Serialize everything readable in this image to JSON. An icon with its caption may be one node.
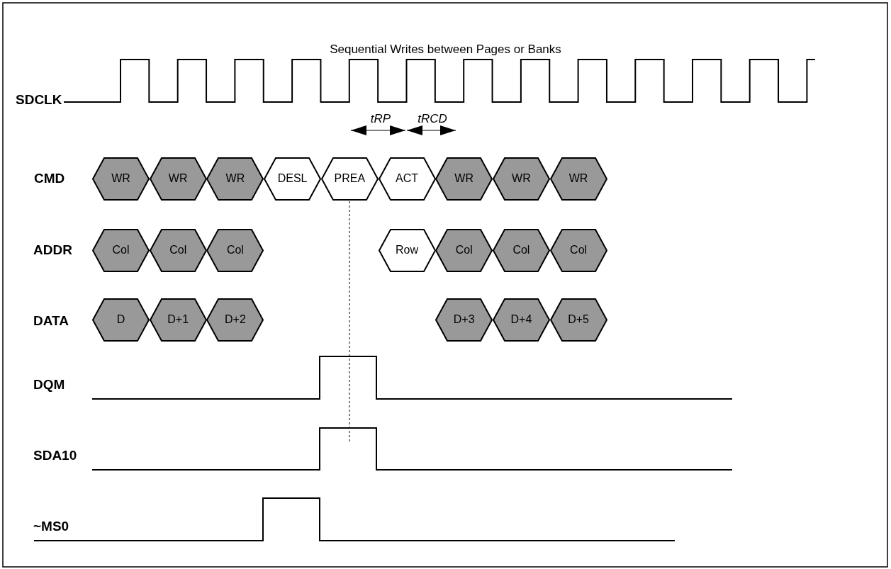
{
  "diagram": {
    "title": "Sequential Writes between Pages or Banks",
    "nodes": [
      {
        "text": [
          "WR"
        ]
      },
      {
        "text": [
          "WR"
        ]
      },
      {
        "text": [
          "WR"
        ]
      },
      {
        "text": [
          "DESL"
        ]
      },
      {
        "text": [
          "PREA"
        ]
      },
      {
        "text": [
          "ACT"
        ]
      },
      {
        "text": [
          "WR"
        ]
      },
      {
        "text": [
          "WR"
        ]
      },
      {
        "text": [
          "WR"
        ]
      },
      {
        "text": [
          "Col"
        ]
      },
      {
        "text": [
          "Col"
        ]
      },
      {
        "text": [
          "Col"
        ]
      },
      {
        "text": [
          "Row"
        ]
      },
      {
        "text": [
          "Col"
        ]
      },
      {
        "text": [
          "Col"
        ]
      },
      {
        "text": [
          "Col"
        ]
      },
      {
        "text": [
          "D"
        ]
      },
      {
        "text": [
          "D+1"
        ]
      },
      {
        "text": [
          "D+2"
        ]
      },
      {
        "text": [
          "D+3"
        ]
      },
      {
        "text": [
          "D+4"
        ]
      },
      {
        "text": [
          "D+5"
        ]
      }
    ],
    "labels": [
      "SDCLK",
      "tRP",
      "tRCD",
      "CMD",
      "ADDR",
      "DATA",
      "DQM",
      "SDA10",
      "~MS0"
    ]
  }
}
